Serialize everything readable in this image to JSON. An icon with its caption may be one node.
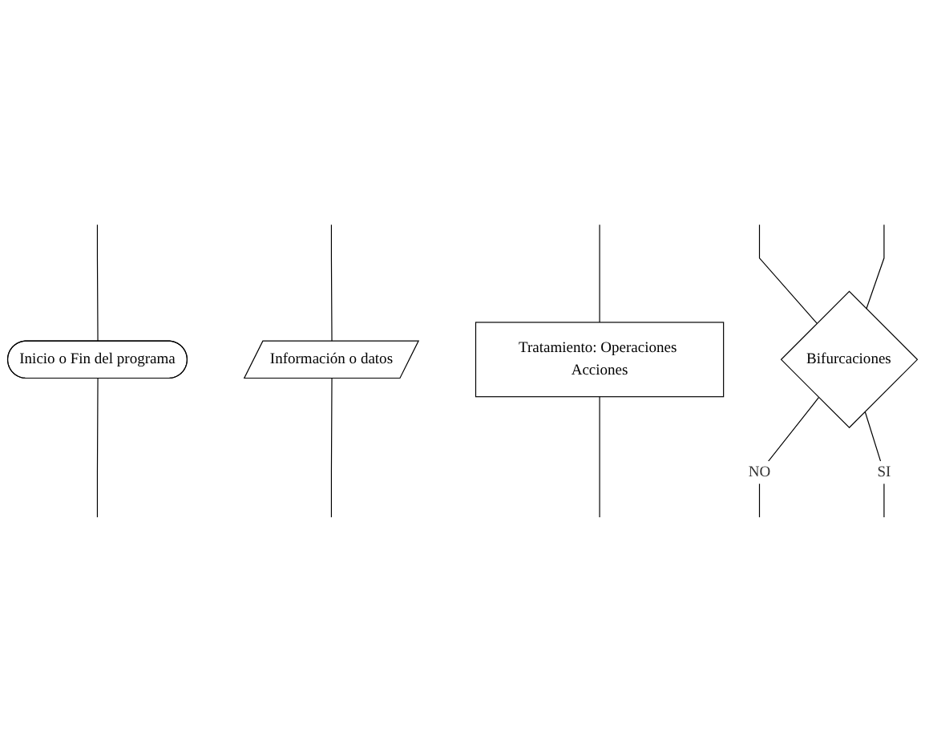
{
  "diagram": {
    "nodes": [
      {
        "text": [
          "Inicio o Fin del programa"
        ]
      },
      {
        "text": [
          "Información o datos"
        ]
      },
      {
        "text": [
          "Tratamiento: Operaciones Acciones"
        ]
      },
      {
        "text": [
          "Bifurcaciones"
        ]
      }
    ],
    "edges": [
      {
        "from": null,
        "to": 0,
        "arrow": "none"
      },
      {
        "from": 0,
        "to": null,
        "arrow": "none"
      },
      {
        "from": null,
        "to": 1,
        "arrow": "none"
      },
      {
        "from": 1,
        "to": null,
        "arrow": "none"
      },
      {
        "from": null,
        "to": 2,
        "arrow": "none"
      },
      {
        "from": 2,
        "to": null,
        "arrow": "none"
      },
      {
        "from": null,
        "to": 3,
        "arrow": "none"
      },
      {
        "from": null,
        "to": 3,
        "arrow": "none"
      },
      {
        "from": 3,
        "to": null,
        "label": "NO",
        "arrow": "none"
      },
      {
        "from": 3,
        "to": null,
        "label": "SI",
        "arrow": "none"
      }
    ]
  }
}
